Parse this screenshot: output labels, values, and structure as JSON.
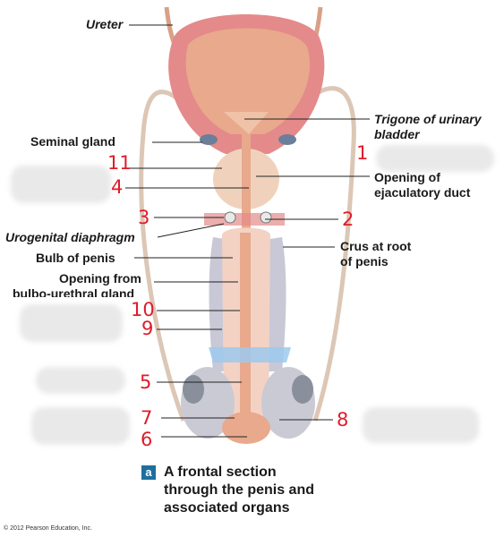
{
  "labels": {
    "ureter": "Ureter",
    "trigone_line1": "Trigone of urinary",
    "trigone_line2": "bladder",
    "seminal_gland": "Seminal gland",
    "opening_ejac_line1": "Opening of",
    "opening_ejac_line2": "ejaculatory duct",
    "urogenital_diaphragm": "Urogenital diaphragm",
    "crus_line1": "Crus at root",
    "crus_line2": "of penis",
    "bulb_of_penis": "Bulb of penis",
    "opening_bulbo_line1": "Opening from",
    "opening_bulbo_line2": "bulbo-urethral gland"
  },
  "handwritten": {
    "n1": "1",
    "n2": "2",
    "n3": "3",
    "n4": "4",
    "n5": "5",
    "n6": "6",
    "n7": "7",
    "n8": "8",
    "n9": "9",
    "n10": "10",
    "n11": "11"
  },
  "caption": {
    "badge": "a",
    "line1": "A frontal section",
    "line2": "through the penis and",
    "line3": "associated organs"
  },
  "copyright": "© 2012 Pearson Education, Inc.",
  "colors": {
    "handwriting": "#e01b2b",
    "badge": "#1e6f9c",
    "tissue": "#e8a98c",
    "muscle": "#e48a8a",
    "erectile": "#f3d2c4",
    "membrane": "#9cc9ee"
  }
}
